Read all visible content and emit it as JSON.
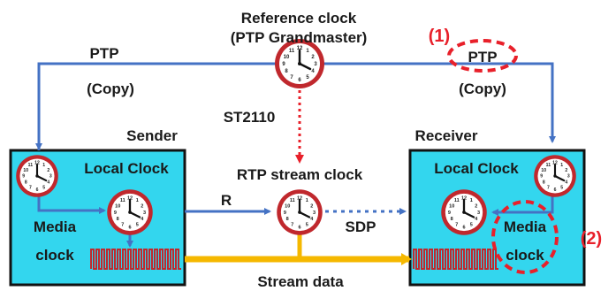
{
  "labels": {
    "reference_clock_line1": "Reference clock",
    "reference_clock_line2": "(PTP Grandmaster)",
    "ptp_left": "PTP",
    "copy_left": "(Copy)",
    "ptp_right": "PTP",
    "copy_right": "(Copy)",
    "marker_1": "(1)",
    "marker_2": "(2)",
    "st2110": "ST2110",
    "sender": "Sender",
    "receiver": "Receiver",
    "sender_local_clock": "Local Clock",
    "receiver_local_clock": "Local Clock",
    "rtp_stream_clock": "RTP stream clock",
    "r": "R",
    "sdp": "SDP",
    "sender_media_line1": "Media",
    "sender_media_line2": "clock",
    "receiver_media_line1": "Media",
    "receiver_media_line2": "clock",
    "stream_data": "Stream data"
  },
  "colors": {
    "ptp_line": "#4472c4",
    "box_fill": "#33d6ee",
    "clock_rim": "#c0282d",
    "highlight_red": "#e8202a",
    "stream_yellow": "#f5b800",
    "pulse_red": "#c0282d"
  },
  "icons": [
    "clock-icon",
    "pulse-train-icon",
    "dashed-ellipse-highlight"
  ]
}
